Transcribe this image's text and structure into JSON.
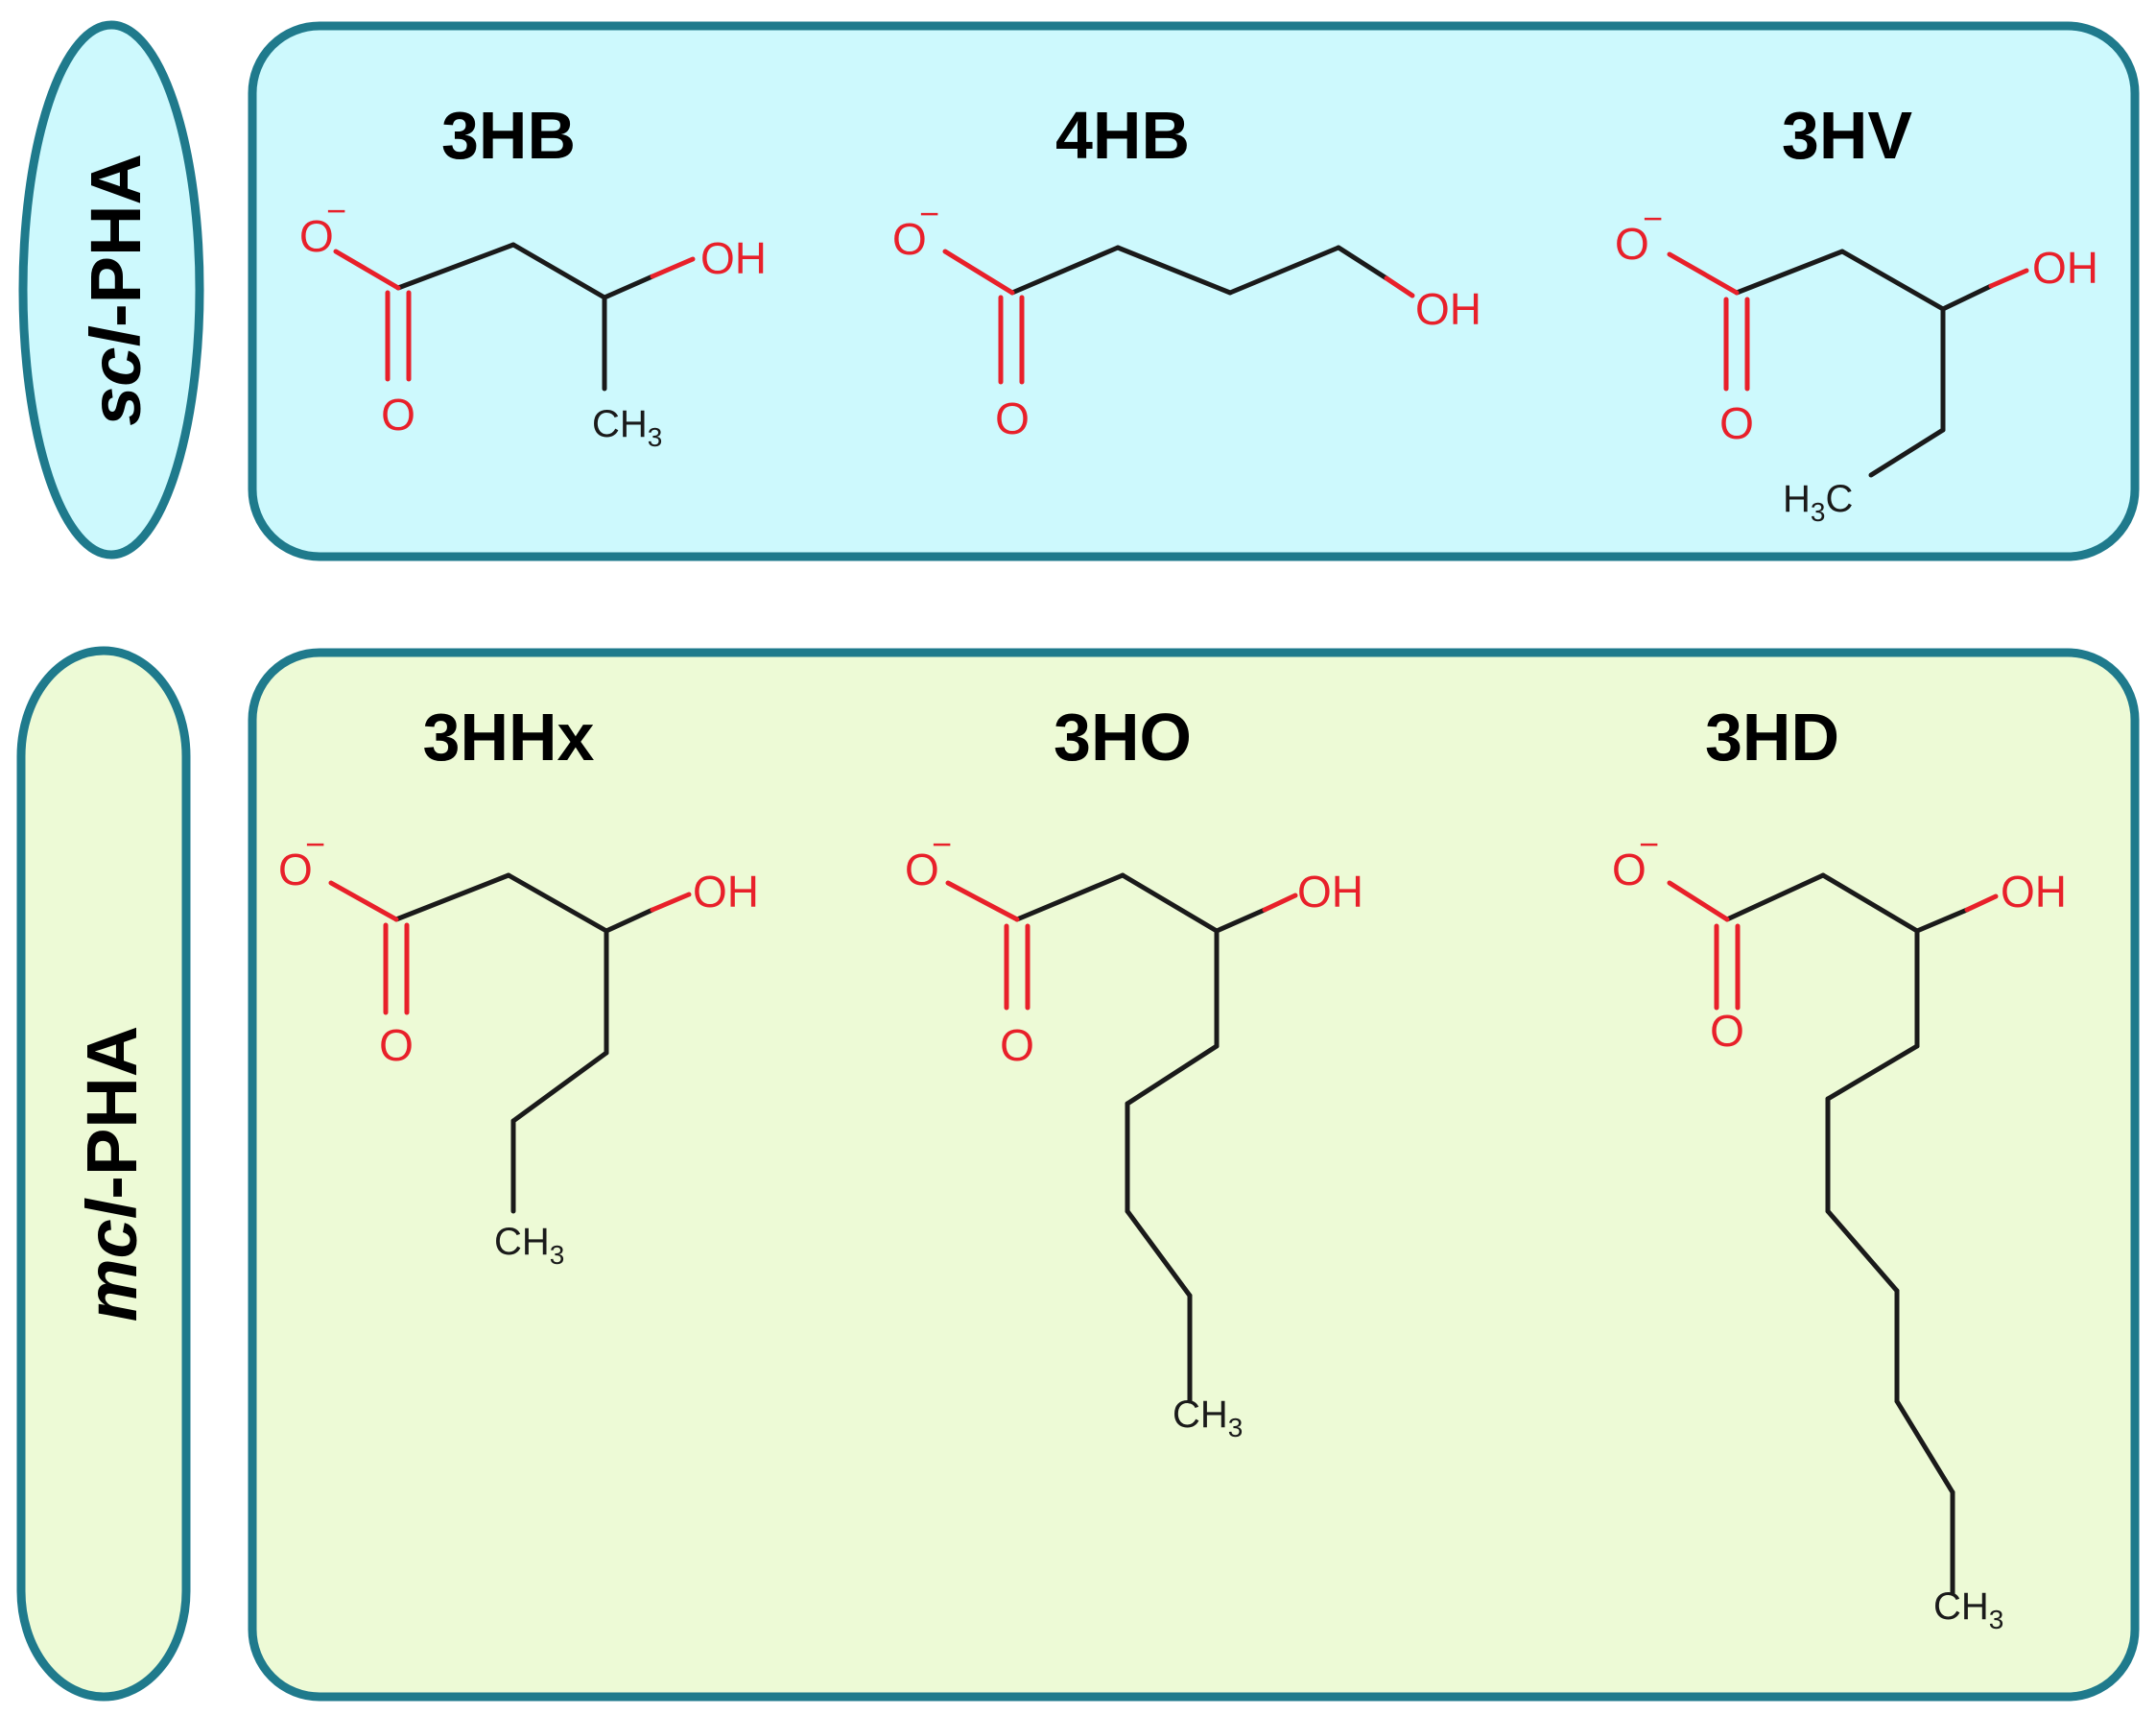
{
  "colors": {
    "border": "#1f7a8c",
    "scl_fill": "#cdf9fd",
    "mcl_fill": "#edfad6",
    "bond": "#1a1a1a",
    "oxygen": "#e8202a"
  },
  "groups": [
    {
      "id": "scl",
      "label_italic": "scl",
      "label_rest": "-PHA",
      "monomers": [
        {
          "name": "3HB",
          "ch3": "CH",
          "ch3_sub": "3"
        },
        {
          "name": "4HB"
        },
        {
          "name": "3HV",
          "ch3": "H",
          "ch3_sub": "3",
          "ch3_tail": "C"
        }
      ]
    },
    {
      "id": "mcl",
      "label_italic": "mcl",
      "label_rest": "-PHA",
      "monomers": [
        {
          "name": "3HHx",
          "ch3": "CH",
          "ch3_sub": "3"
        },
        {
          "name": "3HO",
          "ch3": "CH",
          "ch3_sub": "3"
        },
        {
          "name": "3HD",
          "ch3": "CH",
          "ch3_sub": "3"
        }
      ]
    }
  ],
  "atoms": {
    "o_minus": "O",
    "minus": "−",
    "o": "O",
    "oh": "OH"
  }
}
